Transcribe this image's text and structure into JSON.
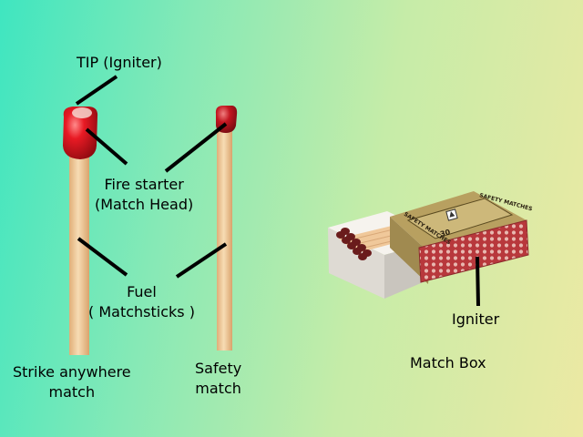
{
  "labels": {
    "tip": "TIP (Igniter)",
    "fire_starter_line1": "Fire starter",
    "fire_starter_line2": "(Match Head)",
    "fuel_line1": "Fuel",
    "fuel_line2": "( Matchsticks )",
    "strike_line1": "Strike anywhere",
    "strike_line2": "match",
    "safety_line1": "Safety",
    "safety_line2": "match",
    "igniter": "Igniter",
    "match_box": "Match Box"
  },
  "matchbox_print": {
    "brand_top": "SAFETY MATCHES",
    "brand_side": "SAFETY MATCHES",
    "number": "30"
  },
  "colors": {
    "match_head_red": "#d8141e",
    "matchstick_wood": "#f0c89a",
    "box_striker_red": "#b8383c",
    "box_gold": "#b8a060",
    "leader_lines": "#000000"
  }
}
